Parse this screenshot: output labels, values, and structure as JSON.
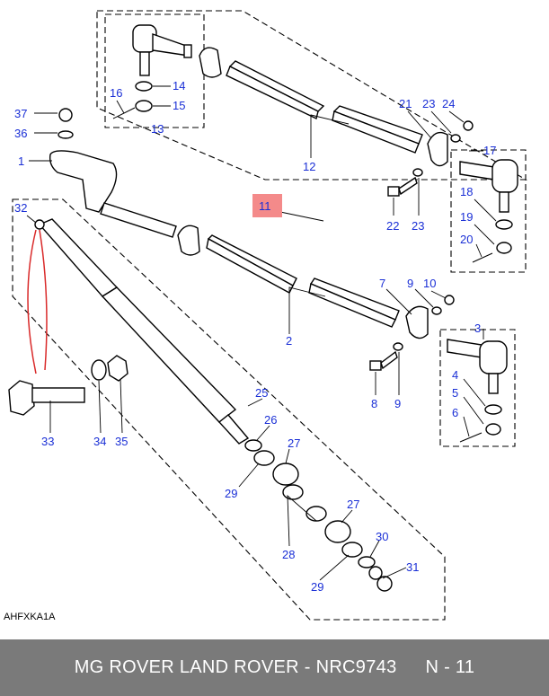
{
  "diagram": {
    "labels": [
      "37",
      "36",
      "1",
      "16",
      "14",
      "15",
      "13",
      "12",
      "21",
      "23",
      "24",
      "17",
      "22",
      "23",
      "18",
      "19",
      "20",
      "11",
      "32",
      "2",
      "7",
      "9",
      "10",
      "3",
      "8",
      "9",
      "4",
      "5",
      "6",
      "25",
      "33",
      "34",
      "35",
      "26",
      "27",
      "29",
      "28",
      "27",
      "30",
      "29",
      "31"
    ],
    "image_code": "AHFXKA1A",
    "highlight_color": "#f48a8a",
    "label_color": "#1a2fd6"
  },
  "footer": {
    "brand_text": "MG ROVER LAND ROVER - NRC9743",
    "page_ref": "N - 11"
  }
}
